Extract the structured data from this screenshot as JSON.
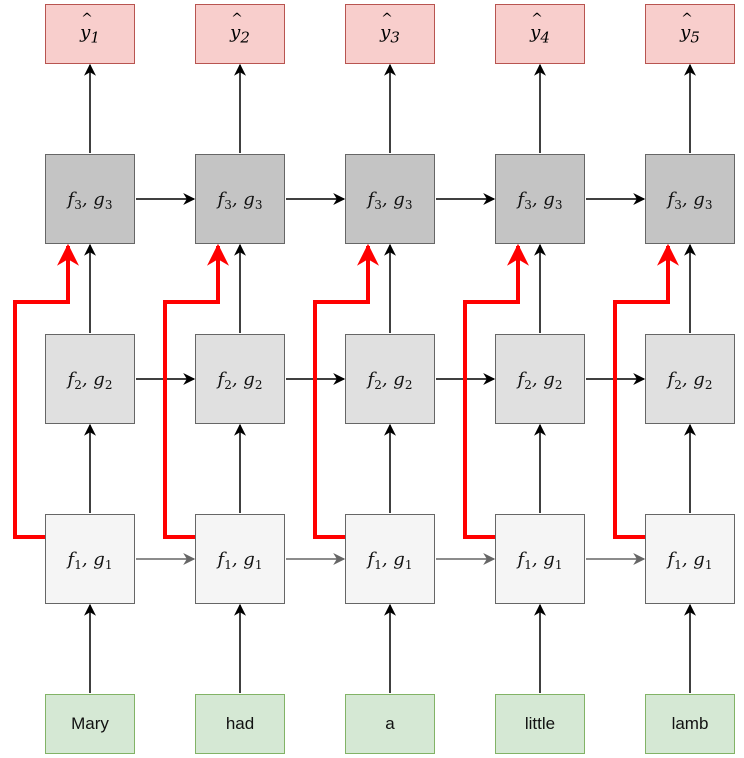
{
  "colors": {
    "output_fill": "#f8cecc",
    "output_border": "#b85450",
    "input_fill": "#d5e8d4",
    "input_border": "#82b366",
    "layer3_fill": "#c4c4c4",
    "layer2_fill": "#e0e0e0",
    "layer1_fill": "#f5f5f5",
    "node_border": "#666666",
    "skip_connection": "#ff0000",
    "arrow": "#000000"
  },
  "outputs": [
    {
      "symbol": "y",
      "index": "1"
    },
    {
      "symbol": "y",
      "index": "2"
    },
    {
      "symbol": "y",
      "index": "3"
    },
    {
      "symbol": "y",
      "index": "4"
    },
    {
      "symbol": "y",
      "index": "5"
    }
  ],
  "layers": {
    "layer3": {
      "f": "f",
      "f_index": "3",
      "sep": ", ",
      "g": "g",
      "g_index": "3"
    },
    "layer2": {
      "f": "f",
      "f_index": "2",
      "sep": ", ",
      "g": "g",
      "g_index": "2"
    },
    "layer1": {
      "f": "f",
      "f_index": "1",
      "sep": ", ",
      "g": "g",
      "g_index": "1"
    }
  },
  "inputs": [
    "Mary",
    "had",
    "a",
    "little",
    "lamb"
  ]
}
